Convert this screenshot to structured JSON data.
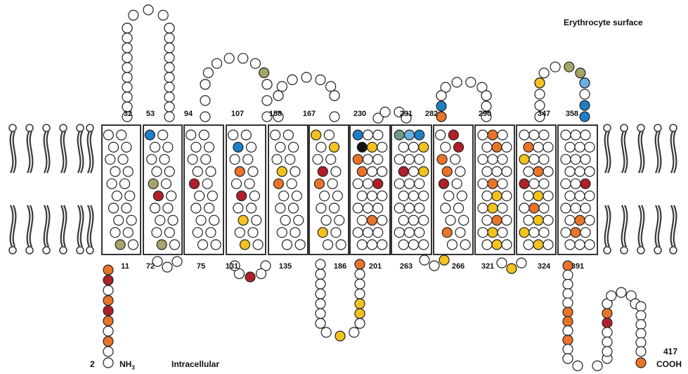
{
  "labels": {
    "surface": "Erythrocyte surface",
    "intracellular": "Intracellular",
    "n_terminus_number": "2",
    "n_terminus": "NH",
    "n_terminus_sub": "3",
    "c_terminus_number": "417",
    "c_terminus": "COOH"
  },
  "residue_numbers": {
    "top": [
      "32",
      "53",
      "94",
      "107",
      "158",
      "167",
      "230",
      "231",
      "282",
      "290",
      "347",
      "358"
    ],
    "bottom": [
      "11",
      "72",
      "75",
      "131",
      "135",
      "186",
      "201",
      "263",
      "266",
      "321",
      "324",
      "391"
    ]
  },
  "colors": {
    "white": "#ffffff",
    "blue": "#1f7fc4",
    "lightblue": "#6ab0e0",
    "olive": "#a5a56a",
    "red": "#b0202a",
    "orange": "#e8742a",
    "yellow": "#f3c21f",
    "black": "#111111",
    "teal": "#6f9a88",
    "lipid": "#3a3a3a"
  },
  "icons": {
    "membrane": "lipid-bilayer",
    "residue": "amino-acid-circle"
  }
}
